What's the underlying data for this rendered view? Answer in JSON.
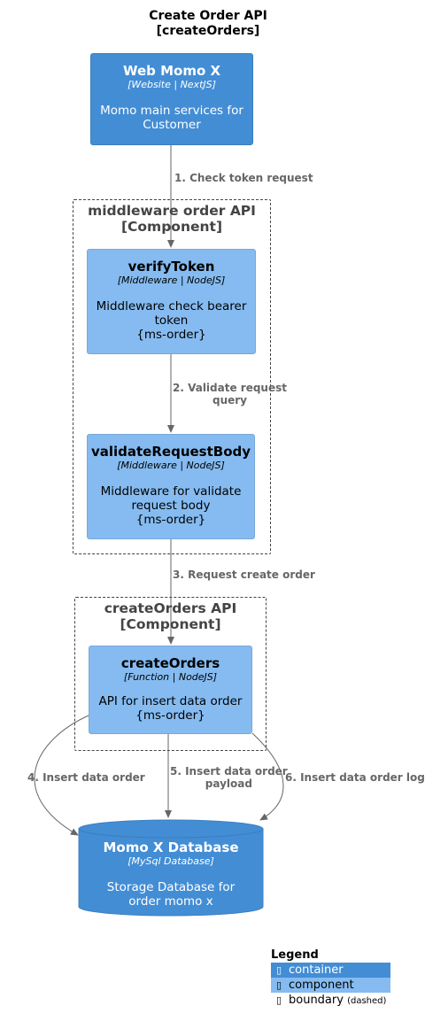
{
  "title": {
    "line1": "Create Order API",
    "line2": "[createOrders]"
  },
  "nodes": {
    "web": {
      "name": "Web Momo X",
      "tech": "[Website | NextJS]",
      "desc": "Momo main services for Customer"
    },
    "verify": {
      "name": "verifyToken",
      "tech": "[Middleware | NodeJS]",
      "desc": "Middleware check bearer token",
      "tag": "{ms-order}"
    },
    "validate": {
      "name": "validateRequestBody",
      "tech": "[Middleware | NodeJS]",
      "desc": "Middleware for validate request body",
      "tag": "{ms-order}"
    },
    "create": {
      "name": "createOrders",
      "tech": "[Function | NodeJS]",
      "desc": "API for insert data order",
      "tag": "{ms-order}"
    },
    "db": {
      "name": "Momo X Database",
      "tech": "[MySql Database]",
      "desc": "Storage Database for order momo x"
    }
  },
  "boundaries": {
    "middleware": {
      "line1": "middleware order API",
      "line2": "[Component]"
    },
    "create": {
      "line1": "createOrders API",
      "line2": "[Component]"
    }
  },
  "relations": {
    "r1": "1. Check token request",
    "r2_line1": "2. Validate request",
    "r2_line2": "query",
    "r3": "3. Request create order",
    "r4": "4. Insert data order",
    "r5_line1": "5. Insert data order",
    "r5_line2": "payload",
    "r6": "6. Insert data order log"
  },
  "legend": {
    "title": "Legend",
    "items": [
      {
        "label": "container",
        "icon": "square-icon",
        "color": "#438dd5"
      },
      {
        "label": "component",
        "icon": "square-icon",
        "color": "#85bbf0"
      },
      {
        "label": "boundary",
        "note": "(dashed)",
        "icon": "square-icon",
        "color": "#ffffff"
      }
    ]
  },
  "colors": {
    "container": "#438dd5",
    "component": "#85bbf0",
    "arrow": "#666666",
    "boundary": "#444444"
  }
}
